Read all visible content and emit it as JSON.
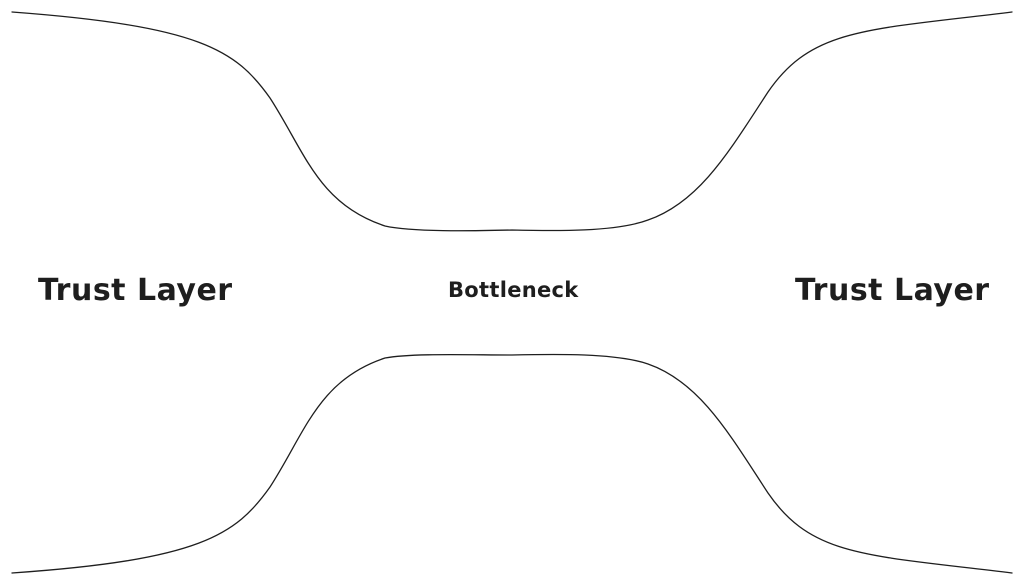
{
  "diagram": {
    "left_label": "Trust Layer",
    "center_label": "Bottleneck",
    "right_label": "Trust Layer",
    "stroke_color": "#1e1e1e",
    "background_color": "#ffffff"
  }
}
